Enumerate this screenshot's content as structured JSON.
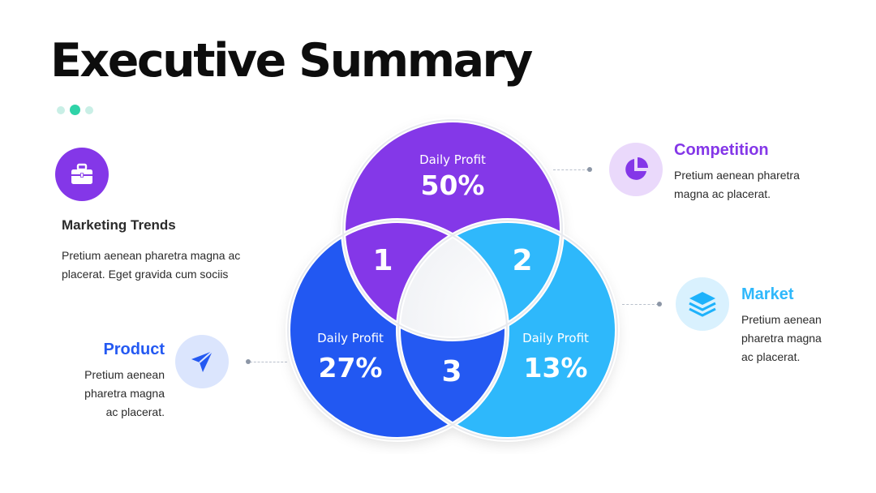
{
  "title": "Executive Summary",
  "colors": {
    "purple": "#8437e8",
    "blue": "#2459f2",
    "sky": "#2fb8fb",
    "teal": "#2fd3a8"
  },
  "marketing_trends": {
    "icon": "briefcase-icon",
    "heading": "Marketing Trends",
    "text_line1": "Pretium aenean pharetra magna ac",
    "text_line2": "placerat. Eget gravida cum sociis"
  },
  "product": {
    "icon": "send-icon",
    "heading": "Product",
    "text_line1": "Pretium aenean",
    "text_line2": "pharetra magna",
    "text_line3": "ac placerat."
  },
  "competition": {
    "icon": "pie-chart-icon",
    "heading": "Competition",
    "text_line1": "Pretium aenean pharetra",
    "text_line2": "magna ac placerat."
  },
  "market": {
    "icon": "layers-icon",
    "heading": "Market",
    "text_line1": "Pretium aenean",
    "text_line2": "pharetra magna",
    "text_line3": "ac placerat."
  },
  "venn": {
    "top": {
      "label": "Daily Profit",
      "value": "50%"
    },
    "left": {
      "label": "Daily Profit",
      "value": "27%"
    },
    "right": {
      "label": "Daily Profit",
      "value": "13%"
    },
    "overlaps": {
      "top_left": "1",
      "top_right": "2",
      "bottom": "3"
    }
  }
}
